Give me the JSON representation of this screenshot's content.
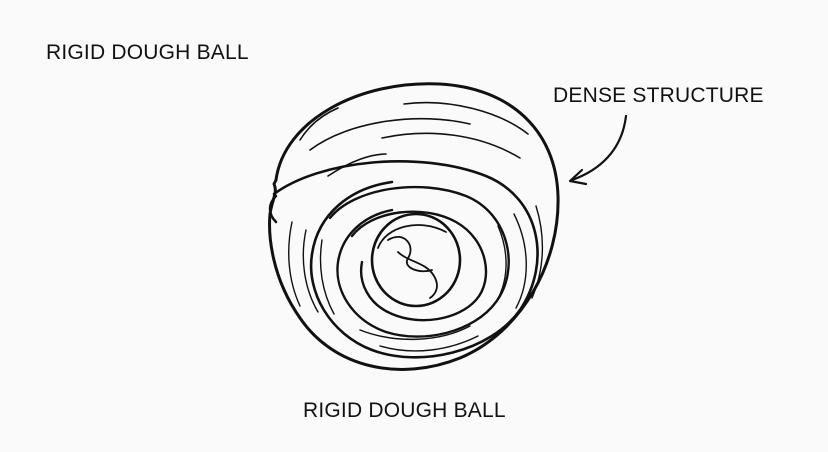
{
  "labels": {
    "top_left": "RIGID DOUGH BALL",
    "callout": "DENSE STRUCTURE",
    "bottom": "RIGID DOUGH BALL"
  },
  "colors": {
    "background": "#fafafa",
    "ink": "#111111"
  },
  "icons": {
    "callout_arrow": "curved-arrow-icon"
  }
}
